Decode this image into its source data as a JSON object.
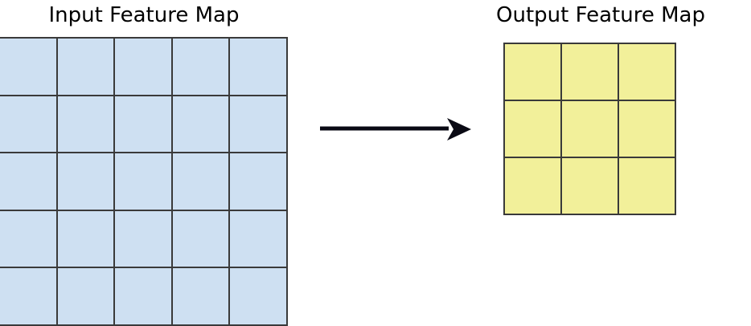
{
  "diagram": {
    "title_left": "Input Feature Map",
    "title_right": "Output Feature Map",
    "arrow_icon": "arrow-right-icon",
    "colors": {
      "input_fill": "#cee0f2",
      "output_fill": "#f2f09a",
      "grid_line": "#3a3a3a",
      "arrow": "#0a0a14",
      "text": "#000000",
      "background": "#ffffff"
    },
    "input_grid": {
      "name": "input-feature-map-grid",
      "rows": 5,
      "cols": 5,
      "cell_count": 25,
      "cells": [
        "",
        "",
        "",
        "",
        "",
        "",
        "",
        "",
        "",
        "",
        "",
        "",
        "",
        "",
        "",
        "",
        "",
        "",
        "",
        "",
        "",
        "",
        "",
        "",
        ""
      ]
    },
    "output_grid": {
      "name": "output-feature-map-grid",
      "rows": 3,
      "cols": 3,
      "cell_count": 9,
      "cells": [
        "",
        "",
        "",
        "",
        "",
        "",
        "",
        "",
        ""
      ]
    }
  }
}
